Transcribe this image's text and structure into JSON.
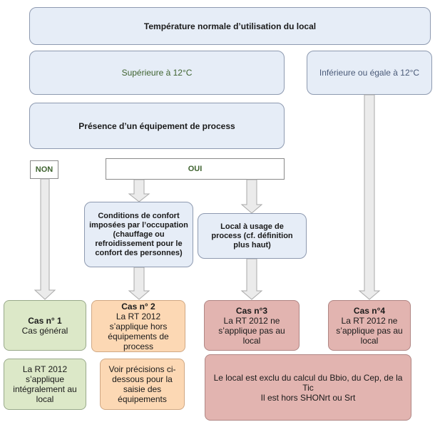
{
  "header": {
    "text": "Température normale d’utilisation du local"
  },
  "branches": {
    "above": "Supérieure à 12°C",
    "below": "Inférieure ou égale à 12°C"
  },
  "question": {
    "text": "Présence d’un équipement de process"
  },
  "answers": {
    "no": "NON",
    "yes": "OUI"
  },
  "conditions": {
    "comfort": "Conditions de confort imposées par l’occupation (chauffage ou  refroidissement pour le confort des personnes)",
    "process": "Local à usage de process (cf. définition plus haut)"
  },
  "cases": [
    {
      "title": "Cas n° 1",
      "text": "Cas général"
    },
    {
      "title": "Cas n° 2",
      "text": "La RT 2012 s’applique hors équipements de process"
    },
    {
      "title": "Cas n°3",
      "text": "La RT 2012 ne s’applique pas au local"
    },
    {
      "title": "Cas n°4",
      "text": "La RT 2012 ne s’applique pas au local"
    }
  ],
  "notes": {
    "case1": "La RT 2012 s’applique intégralement au local",
    "case2": "Voir précisions ci-dessous pour la saisie des équipements",
    "case34_line1": "Le local est exclu du calcul du Bbio, du Cep, de la Tic",
    "case34_line2": "Il est hors SHONrt ou Srt"
  },
  "colors": {
    "blue_fill": "#e6edf7",
    "green_fill": "#dce8c8",
    "orange_fill": "#fcd8b4",
    "red_fill": "#e2b4b0",
    "arrow_fill": "#ebebeb"
  }
}
